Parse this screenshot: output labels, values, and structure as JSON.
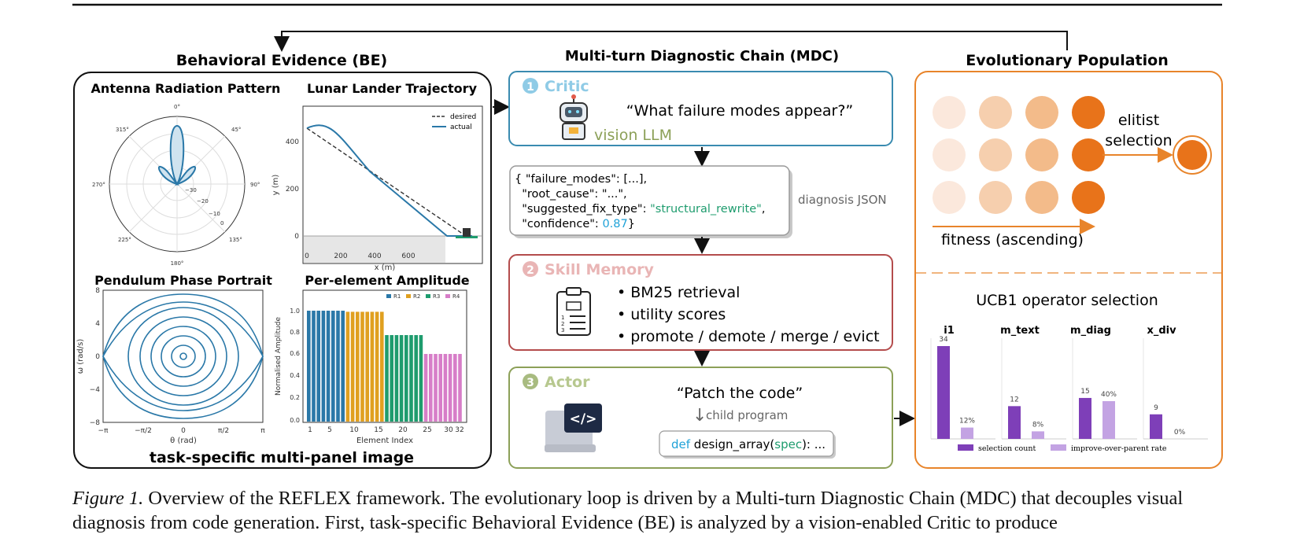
{
  "figure": {
    "be": {
      "title": "Behavioral Evidence (BE)",
      "footer": "task-specific multi-panel image",
      "panels": {
        "antenna": {
          "title": "Antenna Radiation Pattern",
          "angles": [
            "0°",
            "45°",
            "90°",
            "135°",
            "180°",
            "225°",
            "270°",
            "315°"
          ],
          "radii": [
            "0",
            "−10",
            "−20",
            "−30"
          ]
        },
        "lander": {
          "title": "Lunar Lander Trajectory",
          "xlabel": "x (m)",
          "ylabel": "y (m)",
          "xticks": [
            "0",
            "200",
            "400",
            "600"
          ],
          "yticks": [
            "0",
            "200",
            "400"
          ],
          "legend": [
            "desired",
            "actual"
          ]
        },
        "pendulum": {
          "title": "Pendulum Phase Portrait",
          "xlabel": "θ (rad)",
          "ylabel": "ω (rad/s)",
          "xticks": [
            "−π",
            "−π/2",
            "0",
            "π/2",
            "π"
          ],
          "yticks": [
            "8",
            "4",
            "0",
            "−4",
            "−8"
          ]
        },
        "amplitude": {
          "title": "Per-element Amplitude",
          "xlabel": "Element Index",
          "ylabel": "Normalised Amplitude",
          "xticks": [
            "1",
            "5",
            "10",
            "15",
            "20",
            "25",
            "30",
            "32"
          ],
          "yticks": [
            "1.0",
            "0.8",
            "0.6",
            "0.4",
            "0.2",
            "0.0"
          ],
          "legend": [
            "R1",
            "R2",
            "R3",
            "R4"
          ]
        }
      }
    },
    "mdc": {
      "title": "Multi-turn Diagnostic Chain (MDC)",
      "critic": {
        "num": "1",
        "label": "Critic",
        "quote": "“What failure modes appear?”",
        "model": "vision LLM"
      },
      "json_block": {
        "lines": [
          [
            "{ \"failure_modes\": [...],"
          ],
          [
            "  \"root_cause\": \"...\","
          ],
          [
            "  \"suggested_fix_type\": ",
            "\"structural_rewrite\"",
            ","
          ],
          [
            "  \"confidence\": ",
            "0.87",
            "}"
          ]
        ],
        "label": "diagnosis JSON"
      },
      "skill": {
        "num": "2",
        "label": "Skill Memory",
        "bullets": [
          "BM25 retrieval",
          "utility scores",
          "promote / demote / merge / evict"
        ]
      },
      "actor": {
        "num": "3",
        "label": "Actor",
        "quote": "“Patch the code”",
        "child": "child program",
        "code_kw": "def",
        "code_fn": " design_array(",
        "code_arg": "spec",
        "code_end": "): ..."
      }
    },
    "population": {
      "title": "Evolutionary Population",
      "elitist": "elitist\nselection",
      "fitness": "fitness (ascending)",
      "ucb_title": "UCB1 operator selection",
      "legend": [
        "selection count",
        "improve-over-parent rate"
      ]
    }
  },
  "chart_data": {
    "type": "bar",
    "title": "UCB1 operator selection",
    "categories": [
      "i1",
      "m_text",
      "m_diag",
      "x_div"
    ],
    "series": [
      {
        "name": "selection count",
        "values": [
          34,
          12,
          15,
          9
        ],
        "labels": [
          "34",
          "12",
          "15",
          "9"
        ]
      },
      {
        "name": "improve-over-parent rate",
        "values": [
          12,
          8,
          40,
          0
        ],
        "labels": [
          "12%",
          "8%",
          "40%",
          "0%"
        ]
      }
    ],
    "colors": [
      "#7e3fb8",
      "#c3a3e3"
    ]
  },
  "caption": {
    "label": "Figure 1.",
    "text": " Overview of the REFLEX framework. The evolutionary loop is driven by a Multi-turn Diagnostic Chain (MDC) that decouples visual diagnosis from code generation. First, task-specific Behavioral Evidence (BE) is analyzed by a vision-enabled Critic to produce"
  },
  "colors": {
    "critic": "#3a8bb0",
    "skill": "#b44c4c",
    "actor": "#8ca058",
    "population": "#e8842a",
    "r1": "#2a78a8",
    "r2": "#e0a020",
    "r3": "#1e9c6e",
    "r4": "#d77ec8"
  }
}
